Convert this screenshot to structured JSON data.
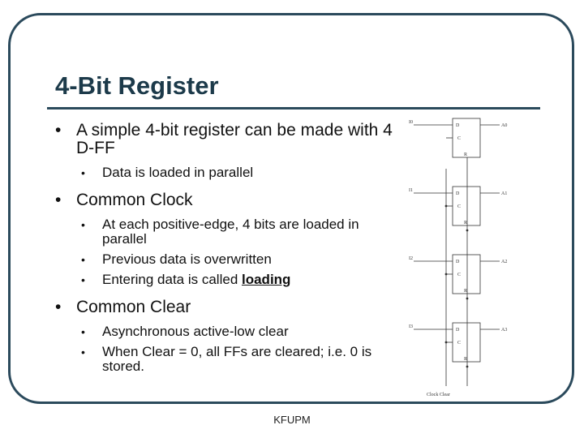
{
  "slide": {
    "title": "4-Bit Register",
    "footer": "KFUPM"
  },
  "bullets": [
    {
      "text": "A simple 4-bit register can be made with 4 D-FF",
      "sub": [
        "Data is loaded in parallel"
      ]
    },
    {
      "text": "Common Clock",
      "sub": [
        "At each positive-edge, 4 bits are loaded in parallel",
        "Previous data is overwritten",
        "Entering data is called "
      ],
      "emphasis": "loading"
    },
    {
      "text": "Common Clear",
      "sub": [
        "Asynchronous active-low clear",
        "When Clear = 0, all FFs are cleared; i.e. 0 is stored."
      ]
    }
  ],
  "bullet_symbol": "•",
  "diagram": {
    "flipflops": [
      {
        "in": "I0",
        "out": "A0"
      },
      {
        "in": "I1",
        "out": "A1"
      },
      {
        "in": "I2",
        "out": "A2"
      },
      {
        "in": "I3",
        "out": "A3"
      }
    ],
    "d_label": "D",
    "clk_label": "C",
    "r_label": "R",
    "bottom_label": "Clock Clear"
  },
  "colors": {
    "frame": "#2b4a5c",
    "title": "#1c3a4a",
    "text": "#111111",
    "diagram": "#333333"
  }
}
